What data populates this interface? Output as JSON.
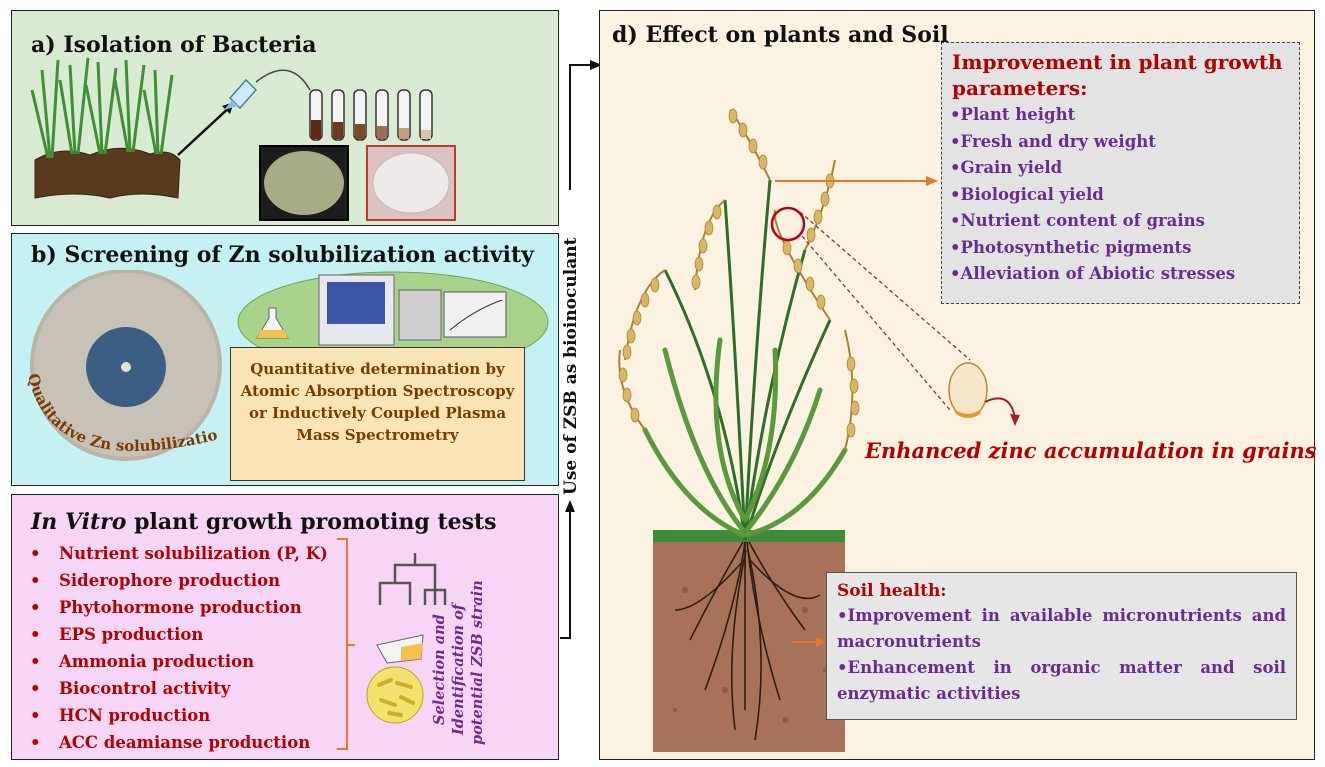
{
  "panel_a": {
    "title": "a) Isolation of Bacteria"
  },
  "panel_b": {
    "title": "b) Screening of Zn solubilization activity",
    "qualitative_label": "Qualitative Zn solubilization",
    "quantitative_text": "Quantitative determination by Atomic Absorption Spectroscopy or Inductively Coupled Plasma Mass Spectrometry"
  },
  "panel_c": {
    "title_italic": "In Vitro",
    "title_rest": " plant growth promoting tests",
    "bullet": "•",
    "tests": [
      "Nutrient solubilization (P, K)",
      "Siderophore production",
      "Phytohormone production",
      "EPS production",
      "Ammonia production",
      "Biocontrol activity",
      "HCN production",
      "ACC deamianse production"
    ],
    "selection_line1": "Selection and",
    "selection_line2": "Identification of",
    "selection_line3": "potential ZSB strain"
  },
  "connector_label": "Use of ZSB as bioinoculant",
  "panel_d": {
    "title": "d) Effect on plants and Soil",
    "growth_heading": "Improvement in plant growth parameters:",
    "growth_items": [
      "•Plant height",
      "•Fresh and dry weight",
      "•Grain yield",
      "•Biological yield",
      "•Nutrient content of grains",
      "•Photosynthetic pigments",
      "•Alleviation of Abiotic stresses"
    ],
    "grain_text": "Enhanced zinc accumulation in grains",
    "soil_heading": "Soil health:",
    "soil_items": [
      "•Improvement in available micronutrients and macronutrients",
      "•Enhancement in organic matter and soil enzymatic activities"
    ]
  },
  "colors": {
    "accent_red": "#b30000",
    "accent_purple": "#6b2c91",
    "arrow_orange": "#e07b2a"
  }
}
